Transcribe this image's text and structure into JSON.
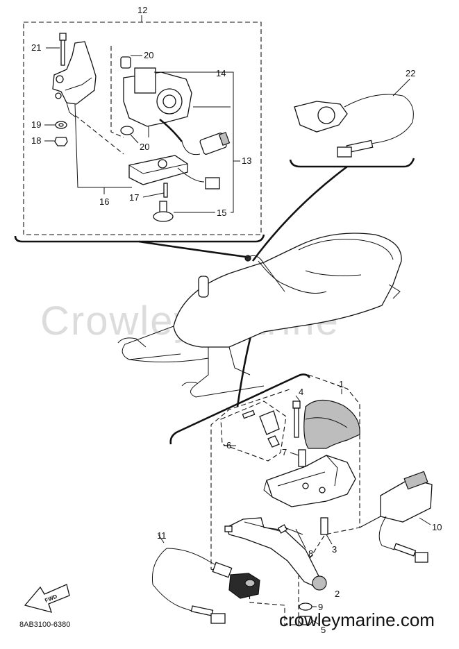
{
  "watermark": "Crowley Marine",
  "website": "crowleymarine.com",
  "part_code": "8AB3100-6380",
  "fwd_label": "FWD",
  "callouts": {
    "c1": "1",
    "c2": "2",
    "c3": "3",
    "c4": "4",
    "c5": "5",
    "c6": "6",
    "c7": "7",
    "c8": "8",
    "c9": "9",
    "c10": "10",
    "c11": "11",
    "c12": "12",
    "c13": "13",
    "c14": "14",
    "c15": "15",
    "c16": "16",
    "c17": "17",
    "c18": "18",
    "c19": "19",
    "c20a": "20",
    "c20b": "20",
    "c21": "21",
    "c22": "22"
  }
}
